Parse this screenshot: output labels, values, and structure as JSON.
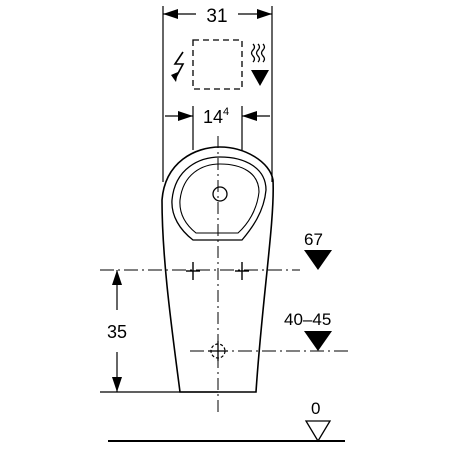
{
  "dimensions": {
    "top_width": "31",
    "inlet_spacing": "14",
    "inlet_spacing_sup": "4",
    "inlet_height": "67",
    "outlet_height": "40–45",
    "mount_height": "35",
    "floor_level": "0"
  },
  "icons": {
    "electric": "lightning-bolt-icon",
    "water": "water-supply-arrow-icon",
    "control_box": "control-box"
  }
}
